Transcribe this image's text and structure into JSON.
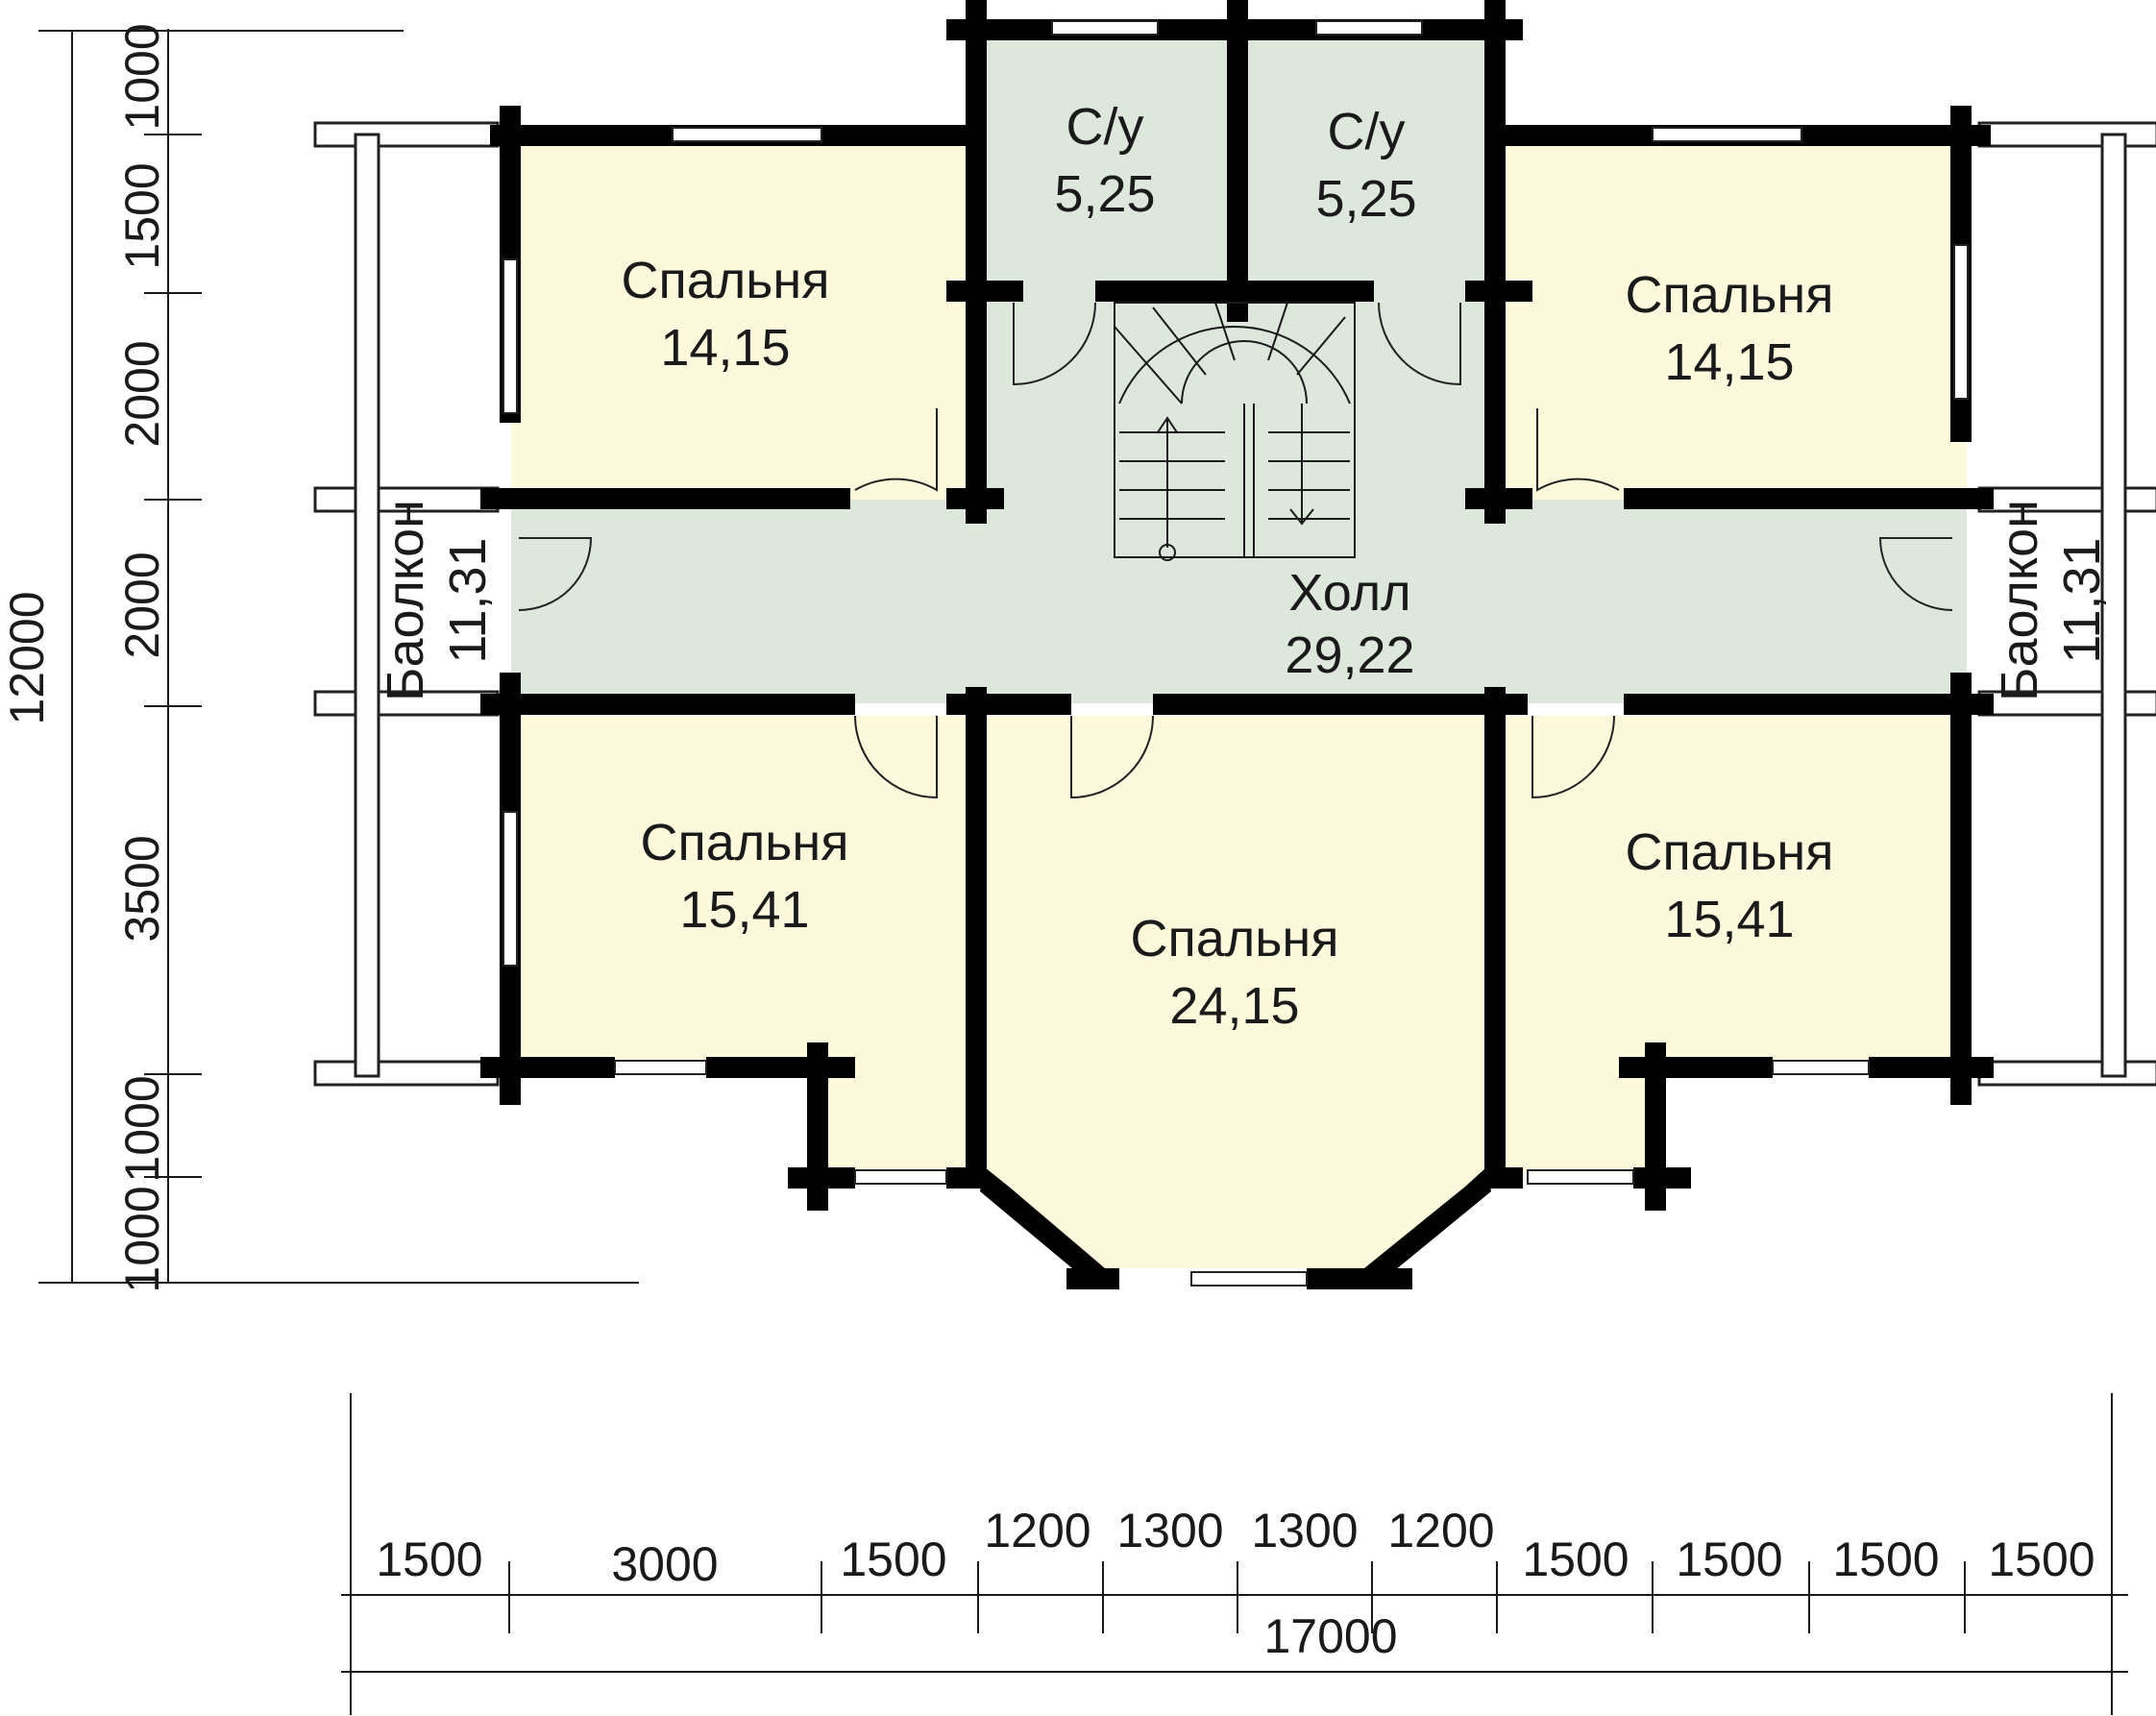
{
  "rooms": [
    {
      "name": "С/у",
      "area": "5,25"
    },
    {
      "name": "С/у",
      "area": "5,25"
    },
    {
      "name": "Спальня",
      "area": "14,15"
    },
    {
      "name": "Спальня",
      "area": "14,15"
    },
    {
      "name": "Холл",
      "area": "29,22"
    },
    {
      "name": "Спальня",
      "area": "15,41"
    },
    {
      "name": "Спальня",
      "area": "24,15"
    },
    {
      "name": "Спальня",
      "area": "15,41"
    },
    {
      "name": "Баолкон",
      "area": "11,31"
    },
    {
      "name": "Баолкон",
      "area": "11,31"
    }
  ],
  "dimensions": {
    "vertical_total": "12000",
    "vertical_segments": [
      "1000",
      "1500",
      "2000",
      "2000",
      "3500",
      "1000",
      "1000"
    ],
    "horizontal_total": "17000",
    "horizontal_segments": [
      "1500",
      "3000",
      "1500",
      "1200",
      "1300",
      "1300",
      "1200",
      "1500",
      "1500",
      "1500",
      "1500"
    ]
  },
  "colors": {
    "bedroom": "#fdf9dc",
    "wet_hall": "#dde7dc",
    "wall": "#000000",
    "balcony_rail": "#ffffff"
  }
}
